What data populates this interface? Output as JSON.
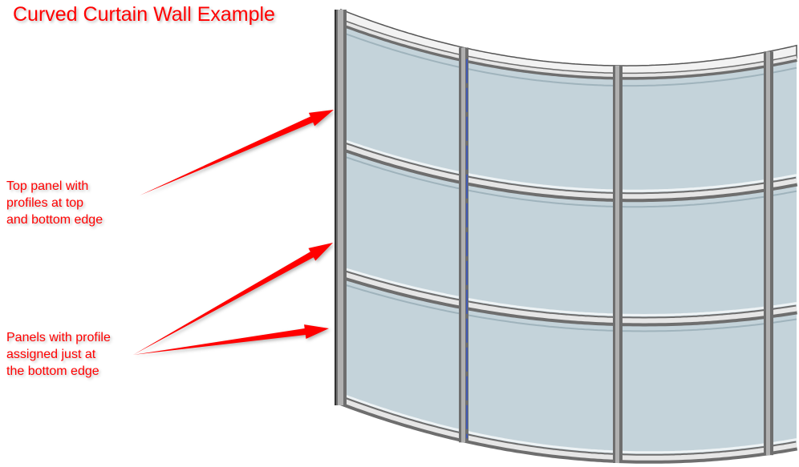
{
  "title": "Curved Curtain Wall Example",
  "annotations": [
    {
      "id": "top-panel",
      "text": "Top panel with\nprofiles at top\nand bottom edge"
    },
    {
      "id": "bottom-panels",
      "text": "Panels with profile\nassigned just at\nthe bottom edge"
    }
  ],
  "colors": {
    "annotation": "#ff0000",
    "glass": "#c4d3da",
    "frame_dark": "#6e6e6e",
    "frame_light": "#e6e6e6"
  }
}
